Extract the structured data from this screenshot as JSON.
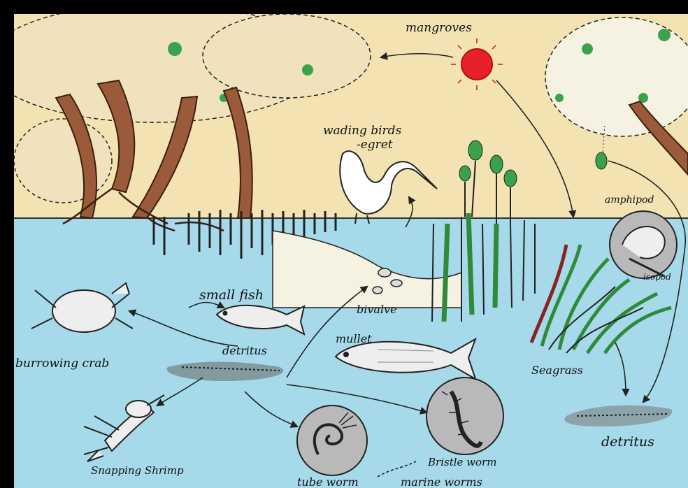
{
  "labels": {
    "mangroves": "mangroves",
    "wading_birds_line1": "wading birds",
    "wading_birds_line2": "-egret",
    "amphipod": "amphipod",
    "isopod": "isopod",
    "small_fish": "small fish",
    "bivalve": "bivalve",
    "burrowing_crab": "burrowing crab",
    "detritus_center": "detritus",
    "mullet": "mullet",
    "seagrass": "Seagrass",
    "detritus_right": "detritus",
    "snapping_shrimp": "Snapping Shrimp",
    "bristle_worm": "Bristle worm",
    "tube_worm": "tube worm",
    "marine_worms": "marine worms"
  },
  "colors": {
    "sky": "#f3e3b3",
    "water": "#a6d9e9",
    "sun": "#e8202a",
    "trunk": "#9b5a3a",
    "seagrass_green": "#2f8a3a",
    "seagrass_red": "#8b2222",
    "worm_circle": "#b9b9b9"
  }
}
